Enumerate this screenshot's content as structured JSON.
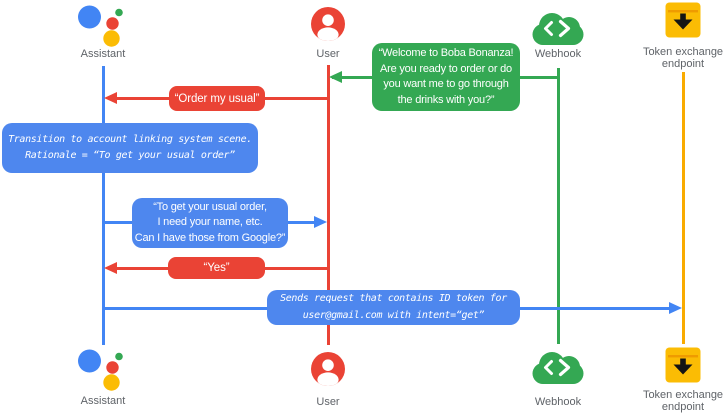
{
  "actors": {
    "assistant": {
      "label": "Assistant",
      "icon": "google-assistant-logo"
    },
    "user": {
      "label": "User",
      "icon": "person-circle"
    },
    "webhook": {
      "label": "Webhook",
      "icon": "cloud-code-brackets"
    },
    "token_endpoint": {
      "label": "Token exchange endpoint",
      "label_lines": [
        "Token exchange",
        "endpoint"
      ],
      "icon": "archive-download-box"
    }
  },
  "messages": {
    "welcome": {
      "from": "Webhook",
      "to": "User",
      "color": "green",
      "lines": [
        "“Welcome to Boba Bonanza!",
        "Are you ready to order or do",
        "you want me to go through",
        "the drinks with you?”"
      ]
    },
    "order_usual": {
      "from": "User",
      "to": "Assistant",
      "color": "red",
      "text": "“Order my usual”"
    },
    "transition_note": {
      "actor": "Assistant",
      "color": "blue",
      "style": "mono-italic",
      "lines": [
        "Transition to account linking system scene.",
        "Rationale = “To get your usual order”"
      ]
    },
    "ask_permission": {
      "from": "Assistant",
      "to": "User",
      "color": "blue",
      "lines": [
        "“To get your usual order,",
        "I need your name, etc.",
        "Can I have those from Google?”"
      ]
    },
    "yes": {
      "from": "User",
      "to": "Assistant",
      "color": "red",
      "text": "“Yes”"
    },
    "sends_request": {
      "from": "Assistant",
      "to": "Token exchange endpoint",
      "color": "blue",
      "style": "mono-italic",
      "lines": [
        "Sends request that contains ID token for",
        "user@gmail.com with intent=“get”"
      ]
    }
  },
  "palette": {
    "blue_arrow": "#4285f4",
    "blue_bubble": "#4e87ee",
    "red": "#ea4335",
    "green": "#34a853",
    "yellow_box": "#fbbc04",
    "yellow_lifeline": "#f9ab00",
    "label_gray": "#5f6368",
    "background": "#ffffff"
  }
}
